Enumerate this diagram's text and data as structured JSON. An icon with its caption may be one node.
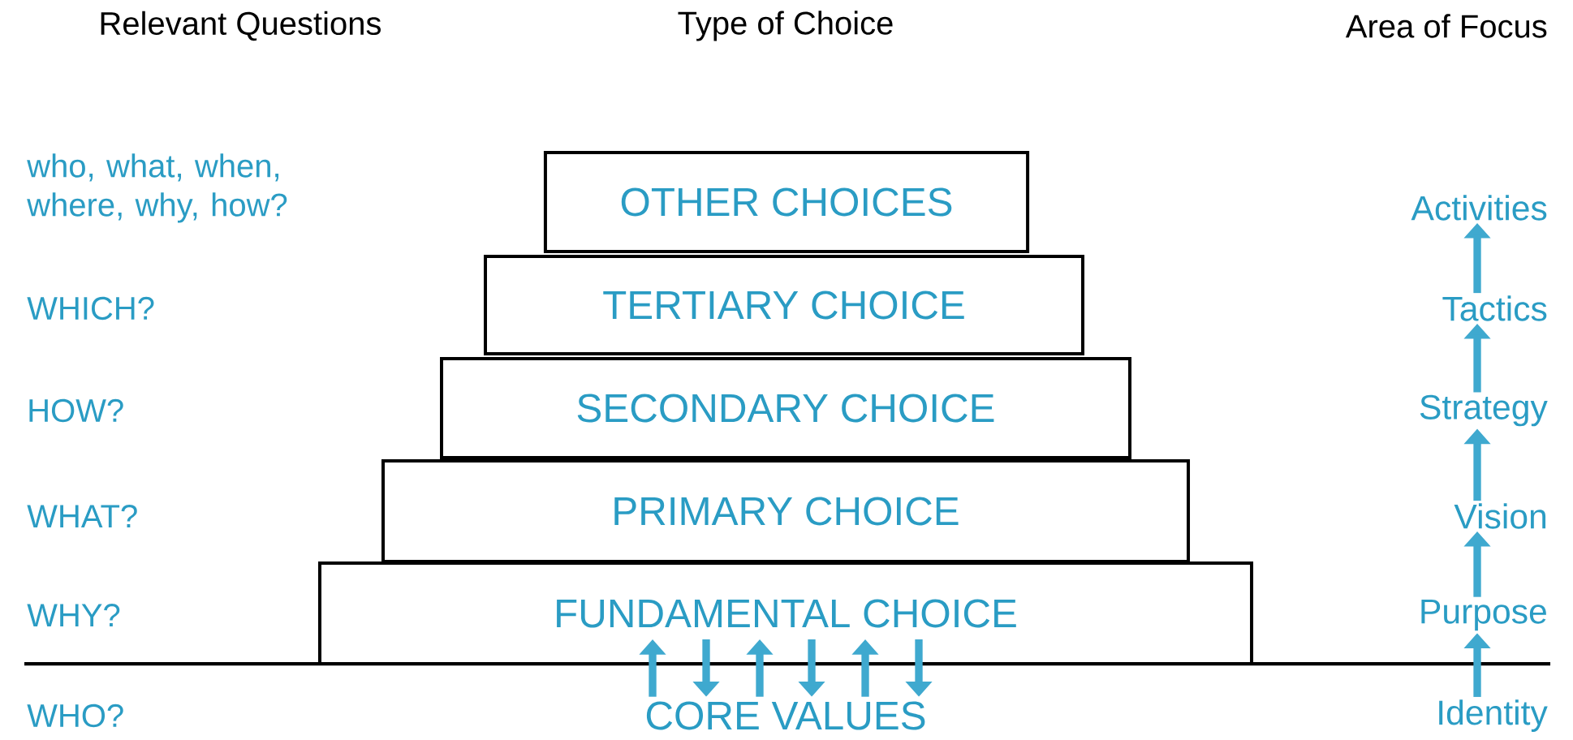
{
  "diagram": {
    "nodes": [
      {
        "text": [
          "OTHER CHOICES"
        ]
      },
      {
        "text": [
          "TERTIARY CHOICE"
        ]
      },
      {
        "text": [
          "SECONDARY CHOICE"
        ]
      },
      {
        "text": [
          "PRIMARY CHOICE"
        ]
      },
      {
        "text": [
          "FUNDAMENTAL CHOICE"
        ]
      },
      {
        "text": [
          "CORE VALUES"
        ]
      },
      {
        "text": [
          "Activities"
        ]
      },
      {
        "text": [
          "Tactics"
        ]
      },
      {
        "text": [
          "Strategy"
        ]
      },
      {
        "text": [
          "Vision"
        ]
      },
      {
        "text": [
          "Purpose"
        ]
      },
      {
        "text": [
          "Identity"
        ]
      }
    ],
    "edges": [
      {
        "from": 11,
        "to": 10,
        "arrow": "to"
      },
      {
        "from": 10,
        "to": 9,
        "arrow": "to"
      },
      {
        "from": 9,
        "to": 8,
        "arrow": "to"
      },
      {
        "from": 8,
        "to": 7,
        "arrow": "to"
      },
      {
        "from": 7,
        "to": 6,
        "arrow": "to"
      },
      {
        "from": 5,
        "to": 4,
        "arrow": "to"
      },
      {
        "from": 4,
        "to": 5,
        "arrow": "to"
      },
      {
        "from": 5,
        "to": 4,
        "arrow": "to"
      },
      {
        "from": 4,
        "to": 5,
        "arrow": "to"
      },
      {
        "from": 5,
        "to": 4,
        "arrow": "to"
      },
      {
        "from": 4,
        "to": 5,
        "arrow": "to"
      }
    ],
    "labels": [
      "Relevant Questions",
      "Type of Choice",
      "Area of Focus",
      "who, what, when, where, why, how?",
      "WHICH?",
      "HOW?",
      "WHAT?",
      "WHY?",
      "WHO?"
    ]
  }
}
